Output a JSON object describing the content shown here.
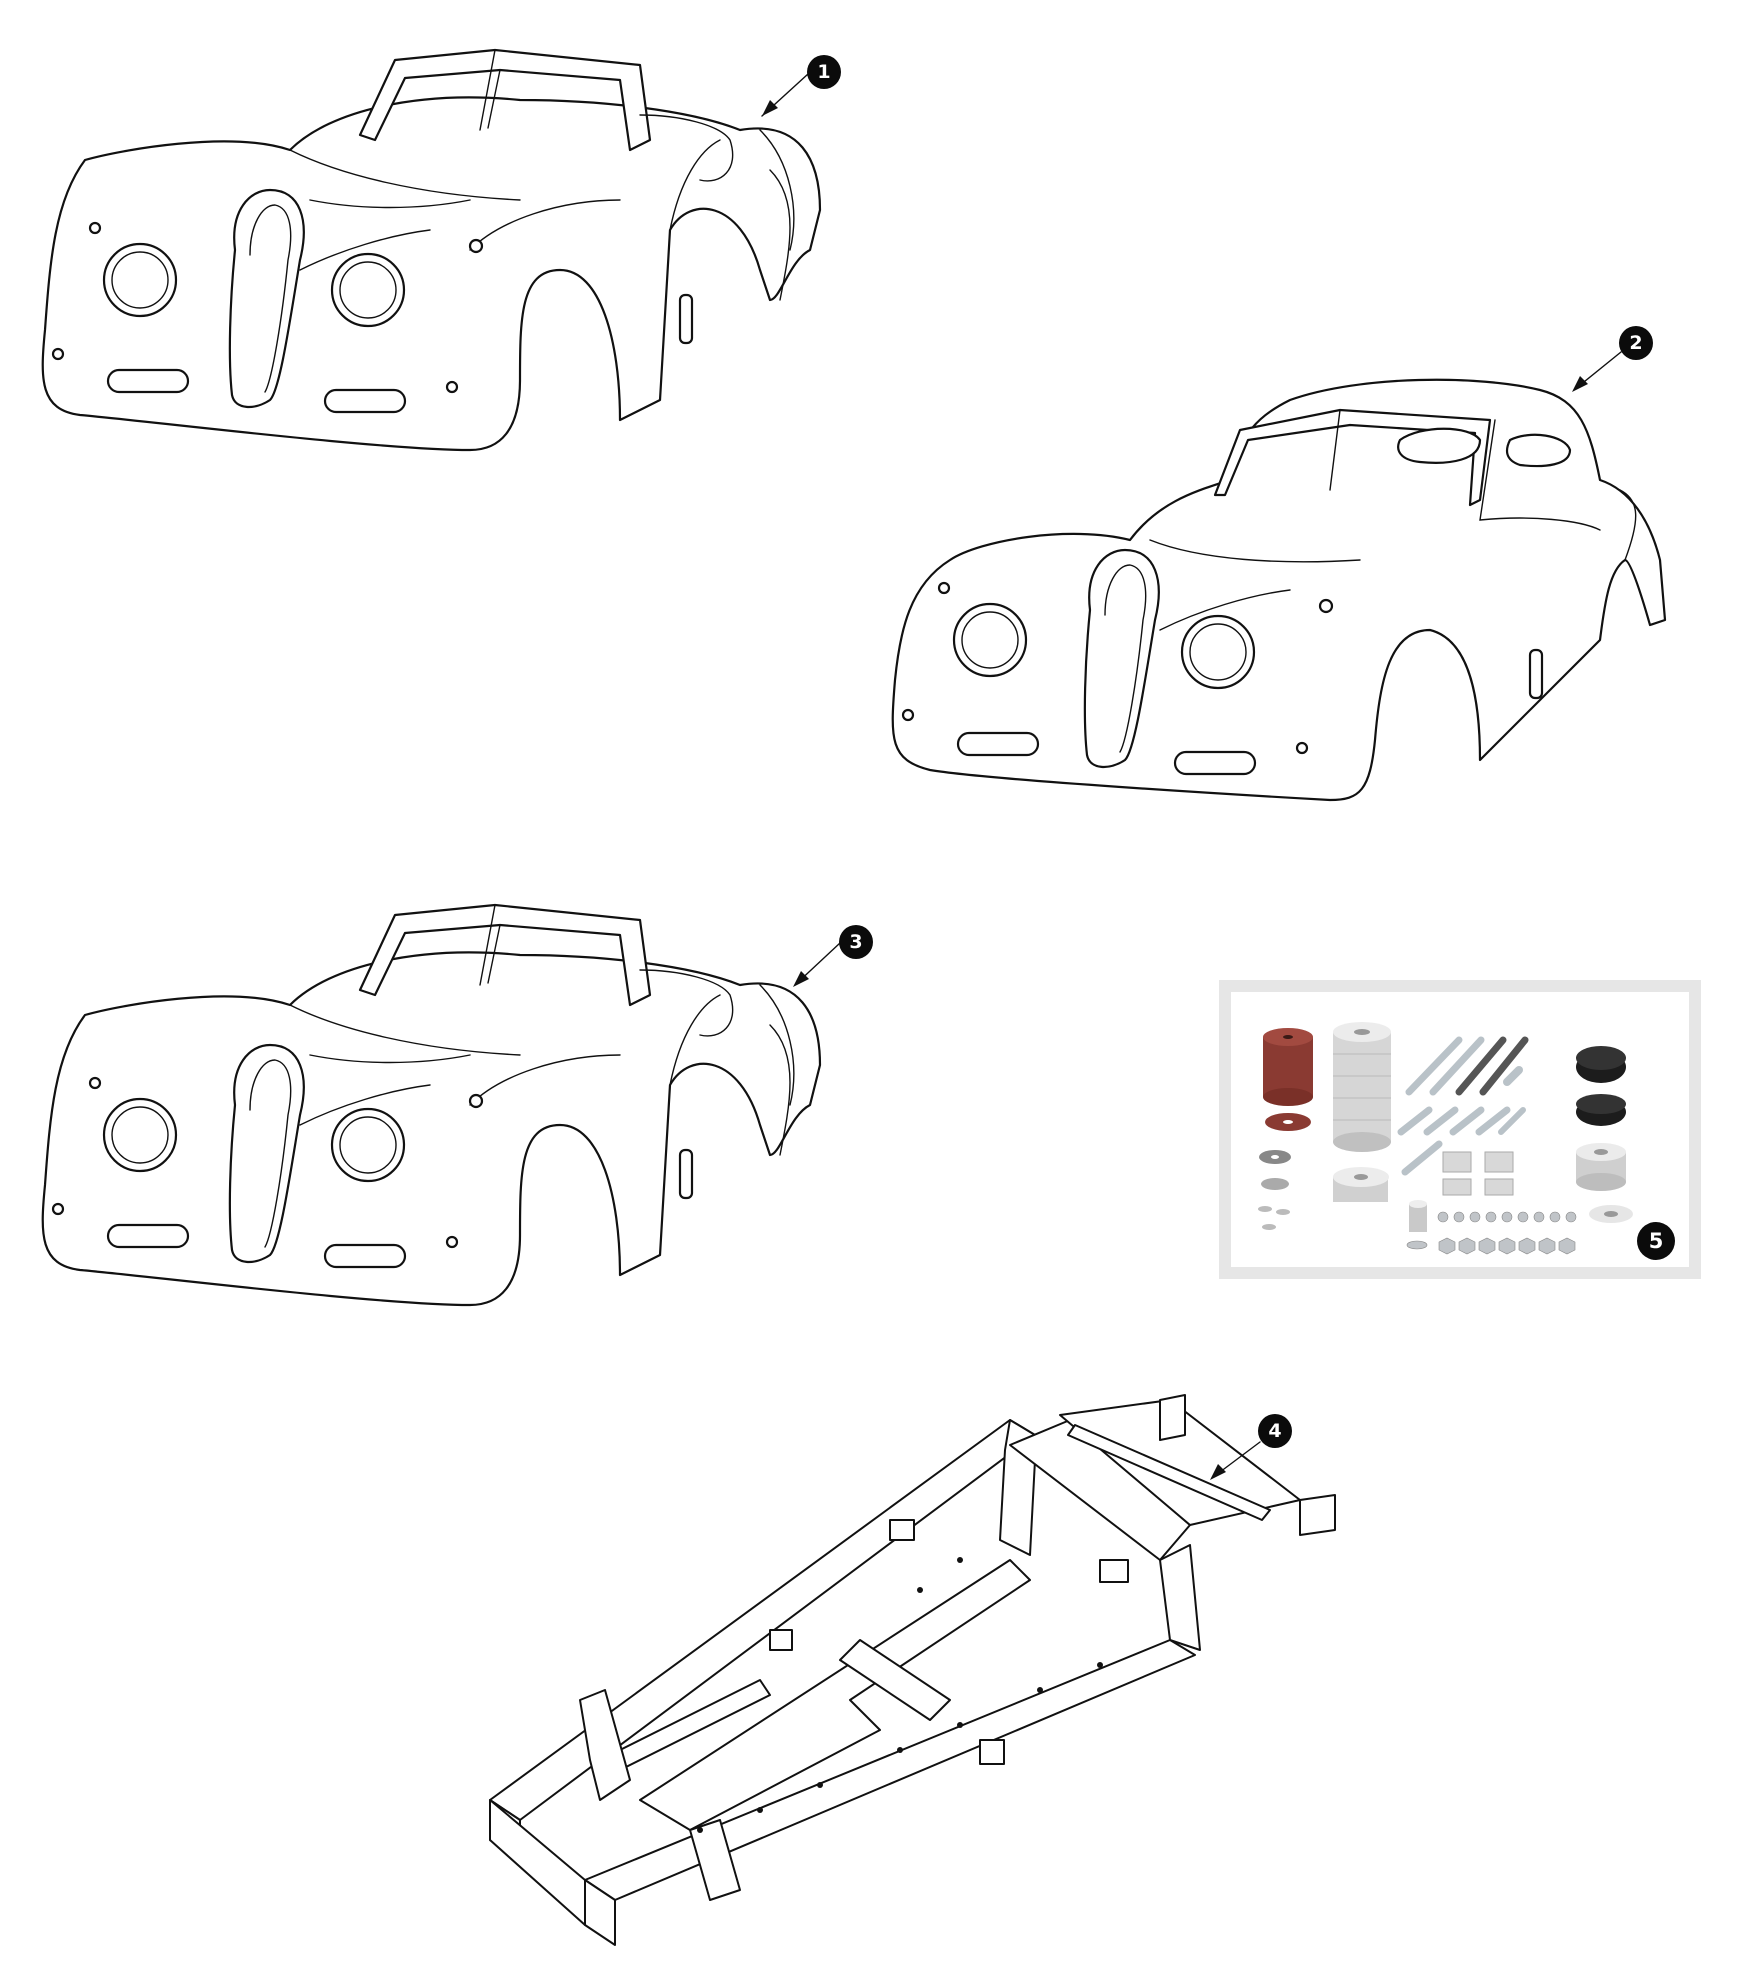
{
  "callouts": [
    {
      "number": "1"
    },
    {
      "number": "2"
    },
    {
      "number": "3"
    },
    {
      "number": "4"
    },
    {
      "number": "5"
    }
  ],
  "parts": {
    "item1": "roadster-body-shell-icon",
    "item2": "coupe-body-shell-icon",
    "item3": "drophead-body-shell-icon",
    "item4": "chassis-frame-icon",
    "item5": "body-mounting-kit-icon"
  },
  "colors": {
    "line": "#111111",
    "badge": "#0b0b0b",
    "kit_border": "#e6e6e6",
    "rubber_red": "#8a3a32",
    "rubber_black": "#1c1c1c",
    "metal": "#c9c9c9"
  }
}
